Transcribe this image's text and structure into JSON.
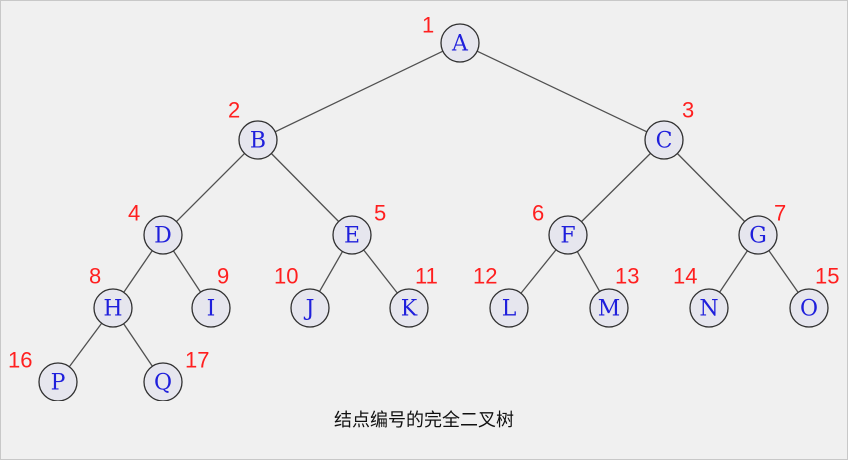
{
  "caption": "结点编号的完全二叉树",
  "colors": {
    "node_letter": "#1f1fdc",
    "node_number": "#ff1f1f",
    "node_fill": "#e6e6ee",
    "edge": "#505050"
  },
  "nodes": [
    {
      "label": "A",
      "number": "1"
    },
    {
      "label": "B",
      "number": "2"
    },
    {
      "label": "C",
      "number": "3"
    },
    {
      "label": "D",
      "number": "4"
    },
    {
      "label": "E",
      "number": "5"
    },
    {
      "label": "F",
      "number": "6"
    },
    {
      "label": "G",
      "number": "7"
    },
    {
      "label": "H",
      "number": "8"
    },
    {
      "label": "I",
      "number": "9"
    },
    {
      "label": "J",
      "number": "10"
    },
    {
      "label": "K",
      "number": "11"
    },
    {
      "label": "L",
      "number": "12"
    },
    {
      "label": "M",
      "number": "13"
    },
    {
      "label": "N",
      "number": "14"
    },
    {
      "label": "O",
      "number": "15"
    },
    {
      "label": "P",
      "number": "16"
    },
    {
      "label": "Q",
      "number": "17"
    }
  ],
  "edges": [
    [
      "A",
      "B"
    ],
    [
      "A",
      "C"
    ],
    [
      "B",
      "D"
    ],
    [
      "B",
      "E"
    ],
    [
      "C",
      "F"
    ],
    [
      "C",
      "G"
    ],
    [
      "D",
      "H"
    ],
    [
      "D",
      "I"
    ],
    [
      "E",
      "J"
    ],
    [
      "E",
      "K"
    ],
    [
      "F",
      "L"
    ],
    [
      "F",
      "M"
    ],
    [
      "G",
      "N"
    ],
    [
      "G",
      "O"
    ],
    [
      "H",
      "P"
    ],
    [
      "H",
      "Q"
    ]
  ]
}
